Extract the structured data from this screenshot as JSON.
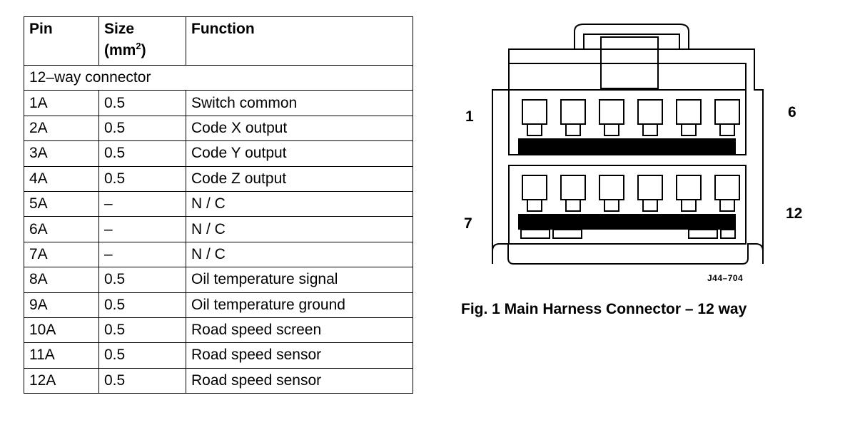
{
  "table": {
    "headers": {
      "pin": "Pin",
      "size_line1": "Size",
      "size_line2": "(mm",
      "size_sup": "2",
      "size_close": ")",
      "function": "Function"
    },
    "section_label": "12–way connector",
    "rows": [
      {
        "pin": "1A",
        "size": "0.5",
        "function": "Switch common"
      },
      {
        "pin": "2A",
        "size": "0.5",
        "function": "Code X output"
      },
      {
        "pin": "3A",
        "size": "0.5",
        "function": "Code Y output"
      },
      {
        "pin": "4A",
        "size": "0.5",
        "function": "Code Z output"
      },
      {
        "pin": "5A",
        "size": "–",
        "function": "N / C"
      },
      {
        "pin": "6A",
        "size": "–",
        "function": "N / C"
      },
      {
        "pin": "7A",
        "size": "–",
        "function": "N / C"
      },
      {
        "pin": "8A",
        "size": "0.5",
        "function": "Oil temperature signal"
      },
      {
        "pin": "9A",
        "size": "0.5",
        "function": "Oil temperature ground"
      },
      {
        "pin": "10A",
        "size": "0.5",
        "function": "Road speed screen"
      },
      {
        "pin": "11A",
        "size": "0.5",
        "function": "Road speed sensor"
      },
      {
        "pin": "12A",
        "size": "0.5",
        "function": "Road speed sensor"
      }
    ]
  },
  "figure": {
    "pin_labels": {
      "top_left": "1",
      "top_right": "6",
      "bottom_left": "7",
      "bottom_right": "12"
    },
    "code": "J44–704",
    "caption": "Fig. 1  Main Harness Connector – 12 way"
  }
}
